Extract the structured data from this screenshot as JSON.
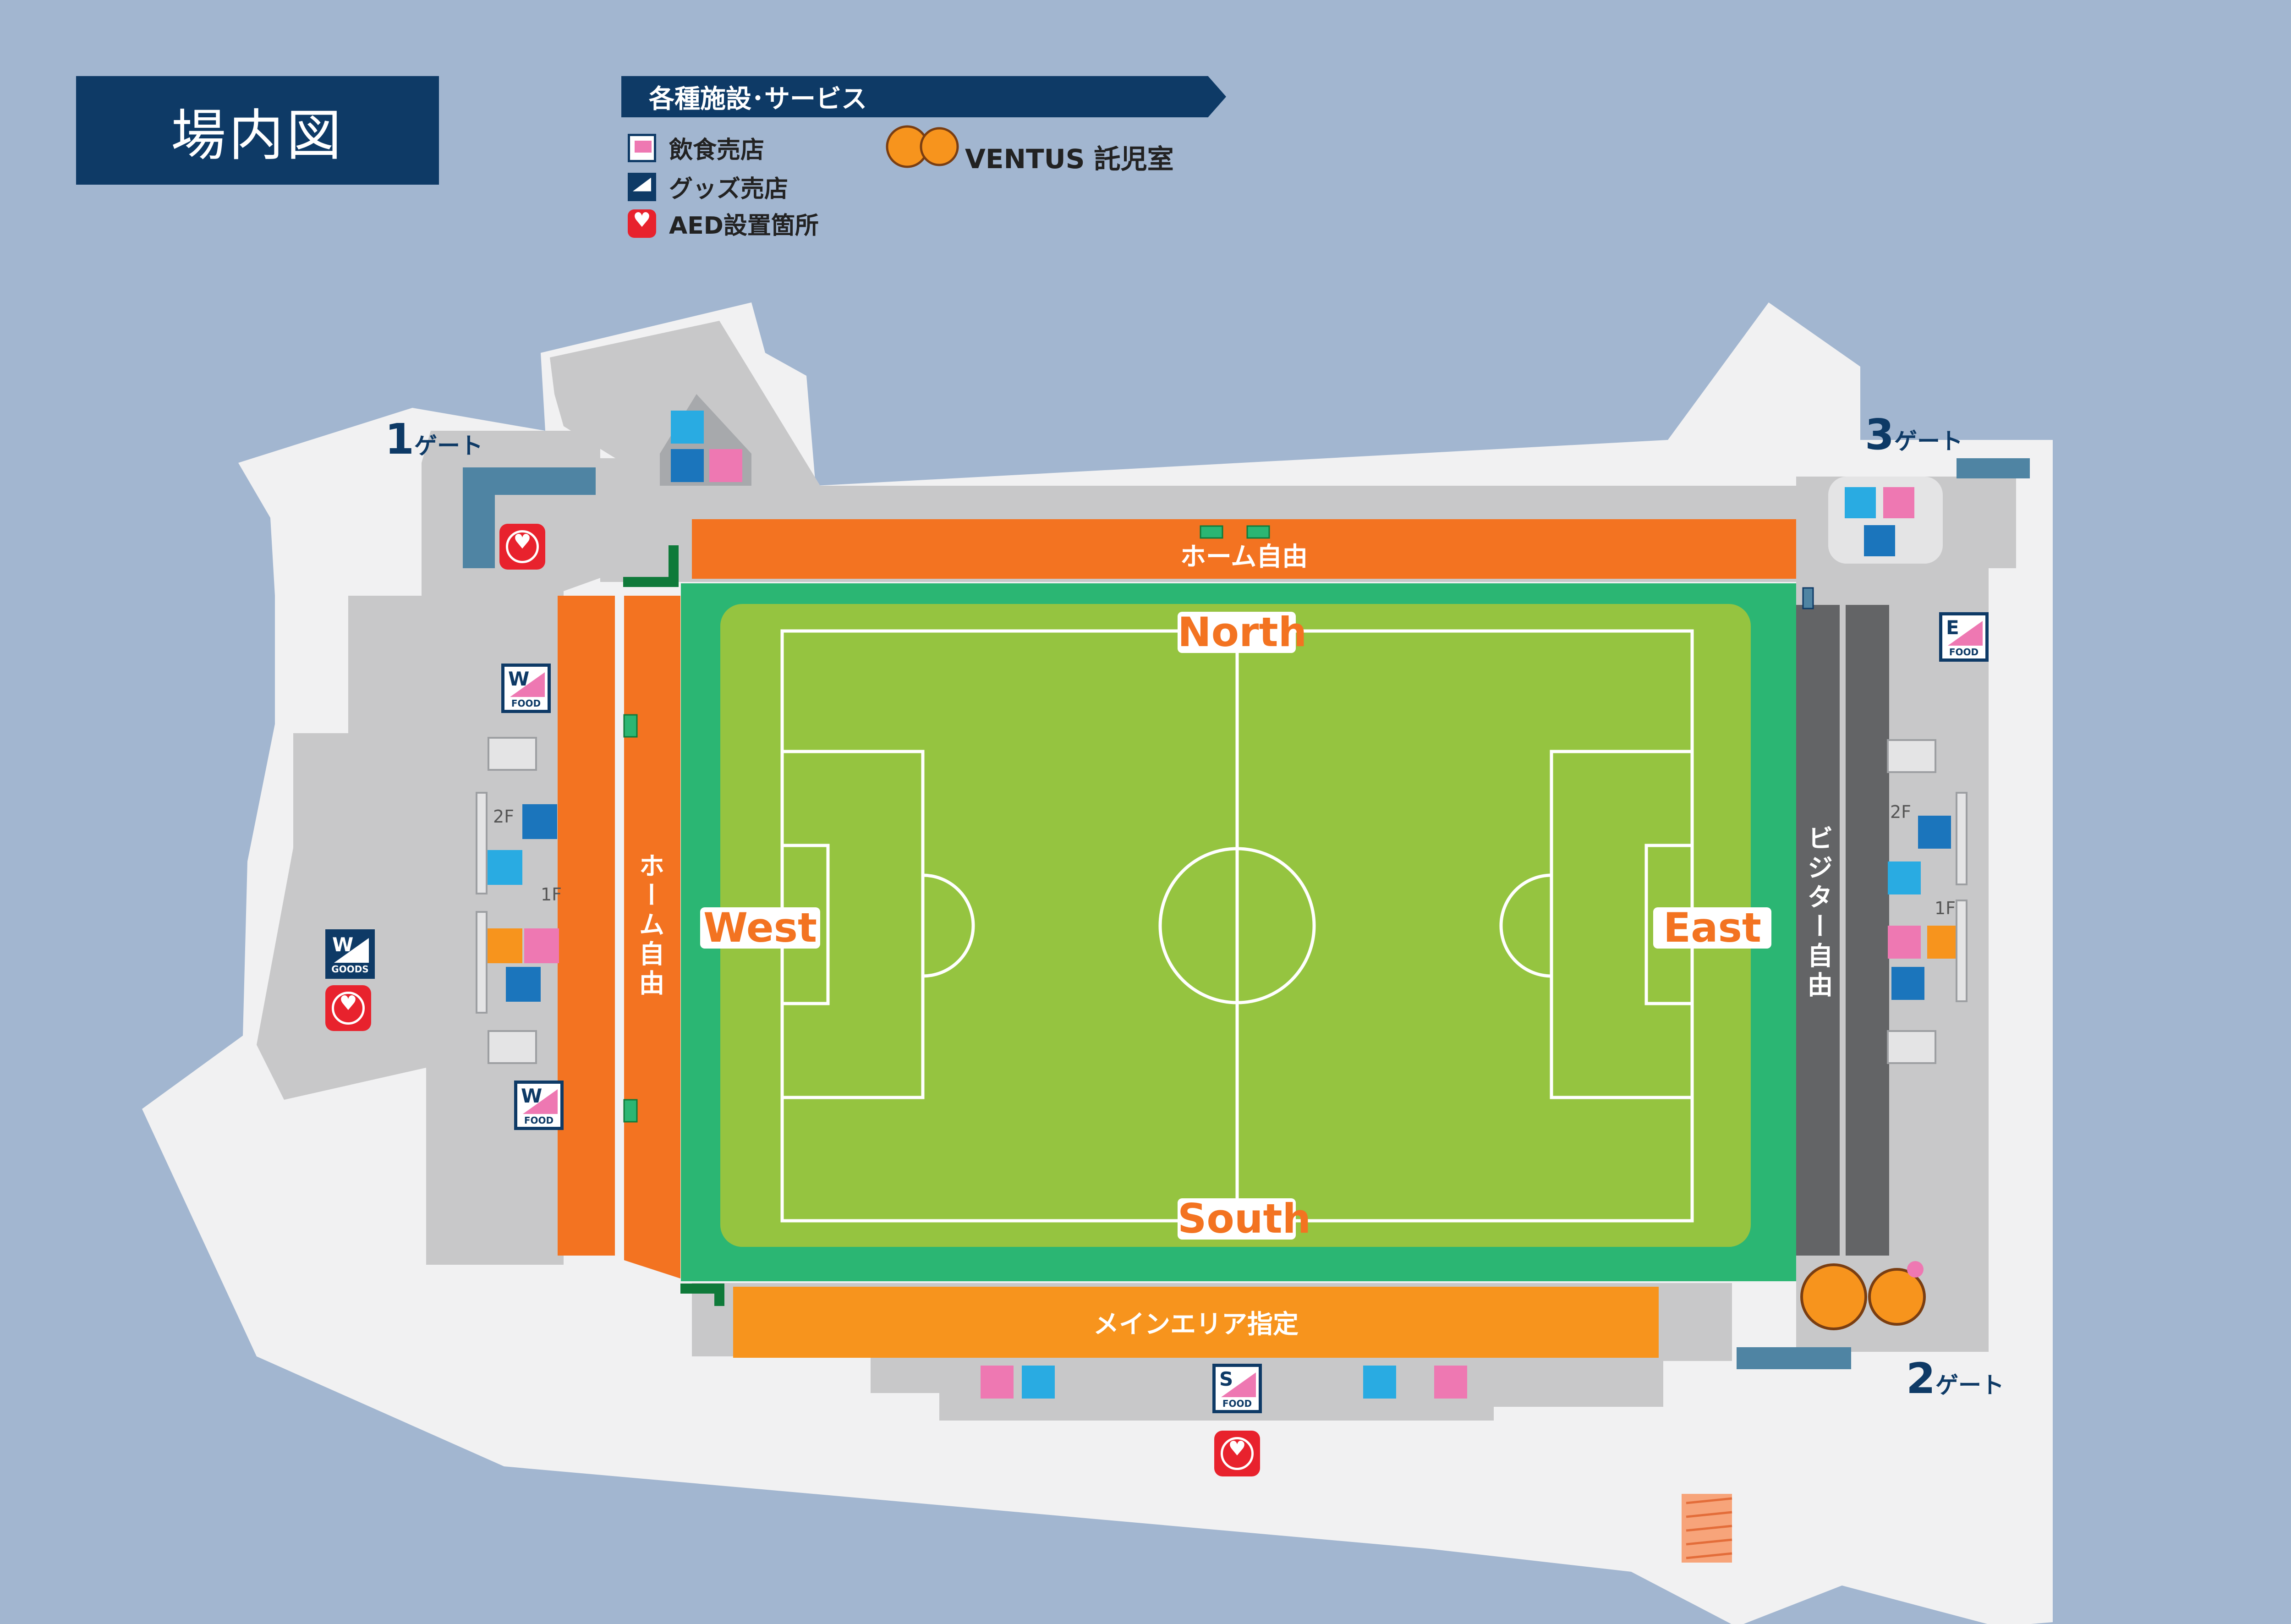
{
  "title": "場内図",
  "legend": {
    "heading": "各種施設･サービス",
    "items": [
      {
        "icon": "food-stand-icon",
        "label": "飲食売店"
      },
      {
        "icon": "goods-stand-icon",
        "label": "グッズ売店"
      },
      {
        "icon": "aed-icon",
        "label": "AED設置箇所"
      }
    ],
    "nursery": {
      "icon": "mascot-icon",
      "label": "VENTUS 託児室"
    }
  },
  "gates": [
    {
      "num": "1",
      "suffix": "ゲート"
    },
    {
      "num": "2",
      "suffix": "ゲート"
    },
    {
      "num": "3",
      "suffix": "ゲート"
    }
  ],
  "field": {
    "north": "North",
    "south": "South",
    "west": "West",
    "east": "East"
  },
  "stands": {
    "north": "ホーム自由",
    "west": "ホーム自由",
    "east": "ビジター自由",
    "south": "メインエリア指定"
  },
  "kiosks": {
    "west_food_1": {
      "letter": "W",
      "tag": "FOOD"
    },
    "west_food_2": {
      "letter": "W",
      "tag": "FOOD"
    },
    "west_goods": {
      "letter": "W",
      "tag": "GOODS"
    },
    "east_food": {
      "letter": "E",
      "tag": "FOOD"
    },
    "south_food": {
      "letter": "S",
      "tag": "FOOD"
    }
  },
  "floors": {
    "two": "2F",
    "one": "1F"
  },
  "colors": {
    "sea": "#a2b6d0",
    "land": "#f1f1f2",
    "concourse": "#c8c8c9",
    "navy": "#0e3a66",
    "home_stand": "#f37321",
    "main_stand": "#f7941d",
    "away_stand": "#636466",
    "track": "#2bb673",
    "pitch": "#95c440",
    "aed": "#e8222d",
    "food": "#ee78b2"
  }
}
